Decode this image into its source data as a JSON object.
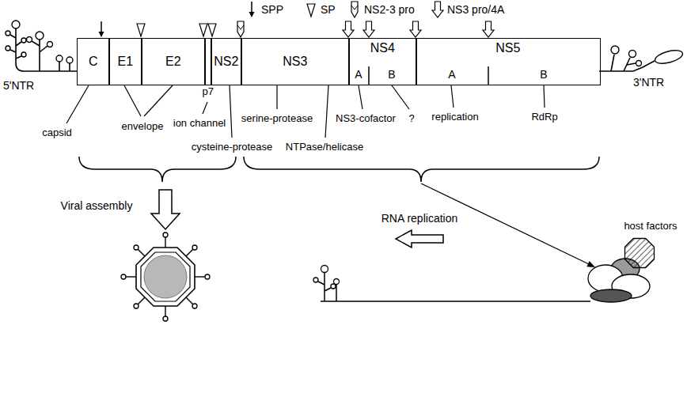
{
  "diagram": {
    "nodes": [
      {
        "text": [
          "C"
        ]
      },
      {
        "text": [
          "E1"
        ]
      },
      {
        "text": [
          "E2"
        ]
      },
      {
        "text": [
          "p7"
        ]
      },
      {
        "text": [
          "NS2"
        ]
      },
      {
        "text": [
          "NS3"
        ]
      },
      {
        "text": [
          "NS4"
        ]
      },
      {
        "text": [
          "NS5"
        ]
      }
    ],
    "labels": [
      "5'NTR",
      "3'NTR",
      "capsid",
      "envelope",
      "ion channel",
      "cysteine-protease",
      "serine-protease",
      "NTPase/helicase",
      "NS3-cofactor",
      "?",
      "replication",
      "RdRp",
      "A",
      "B",
      "A",
      "B",
      "Viral assembly",
      "RNA replication",
      "host factors"
    ],
    "legend": [
      {
        "text": "SPP"
      },
      {
        "text": "SP"
      },
      {
        "text": "NS2-3 pro"
      },
      {
        "text": "NS3 pro/4A"
      }
    ]
  }
}
